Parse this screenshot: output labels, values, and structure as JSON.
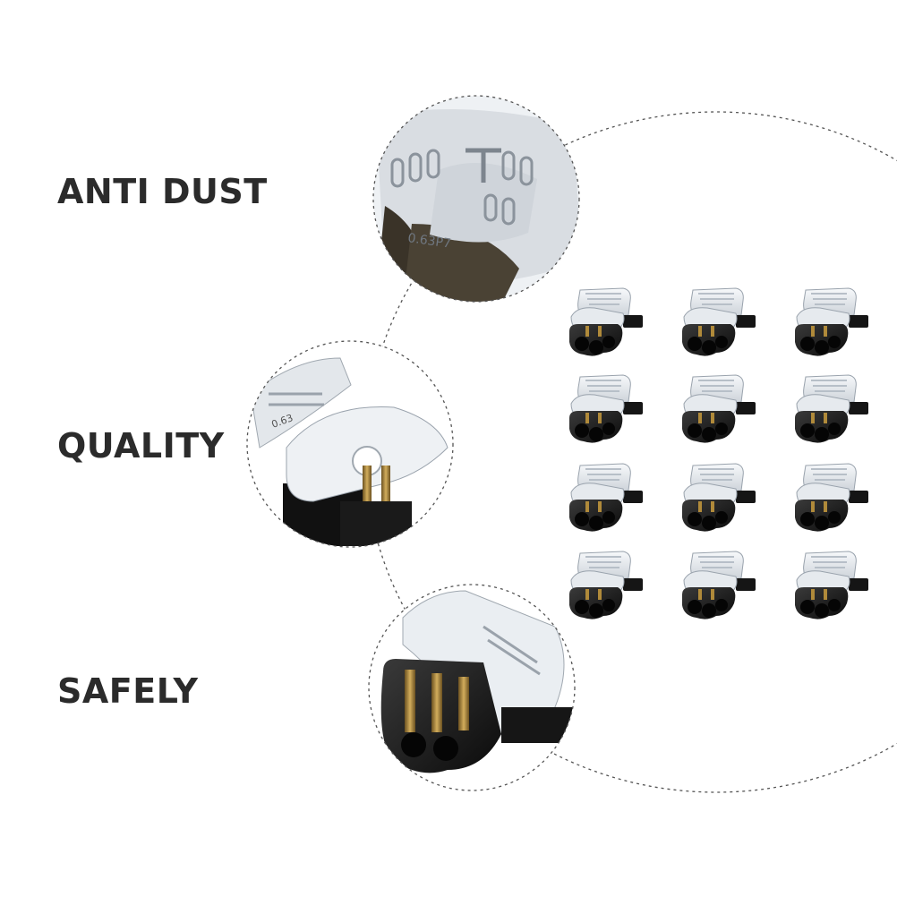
{
  "features": [
    {
      "label": "ANTI DUST"
    },
    {
      "label": "QUALITY"
    },
    {
      "label": "SAFELY"
    }
  ],
  "product": {
    "count": 12,
    "colors": {
      "clear_body": "#e9edf1",
      "base": "#111111",
      "contact": "#b08a3a"
    }
  },
  "closeup_text": {
    "part_code": "0.63P7"
  }
}
